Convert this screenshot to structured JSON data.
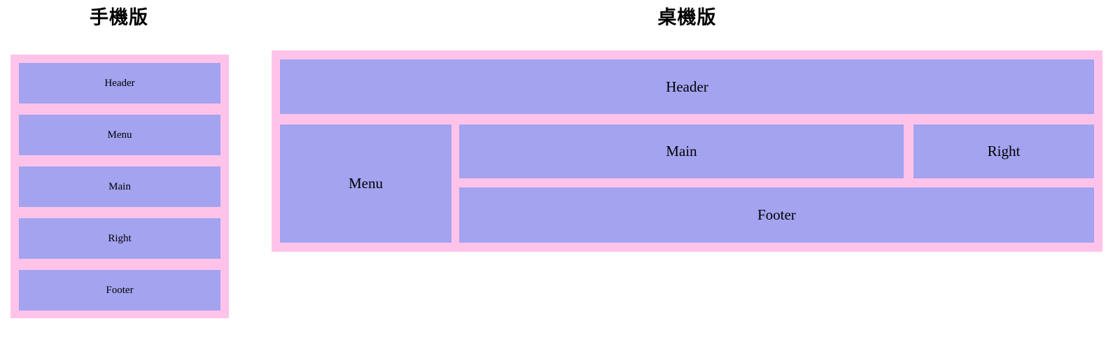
{
  "page": {
    "background_color": "#ffffff",
    "frame_color": "#ffc3ea",
    "cell_color": "#a3a3f0",
    "text_color": "#000000"
  },
  "sections": {
    "mobile": {
      "title": "手機版",
      "cells": [
        {
          "label": "Header"
        },
        {
          "label": "Menu"
        },
        {
          "label": "Main"
        },
        {
          "label": "Right"
        },
        {
          "label": "Footer"
        }
      ]
    },
    "desktop": {
      "title": "桌機版",
      "cells": [
        {
          "label": "Header"
        },
        {
          "label": "Menu"
        },
        {
          "label": "Main"
        },
        {
          "label": "Right"
        },
        {
          "label": "Footer"
        }
      ]
    }
  }
}
